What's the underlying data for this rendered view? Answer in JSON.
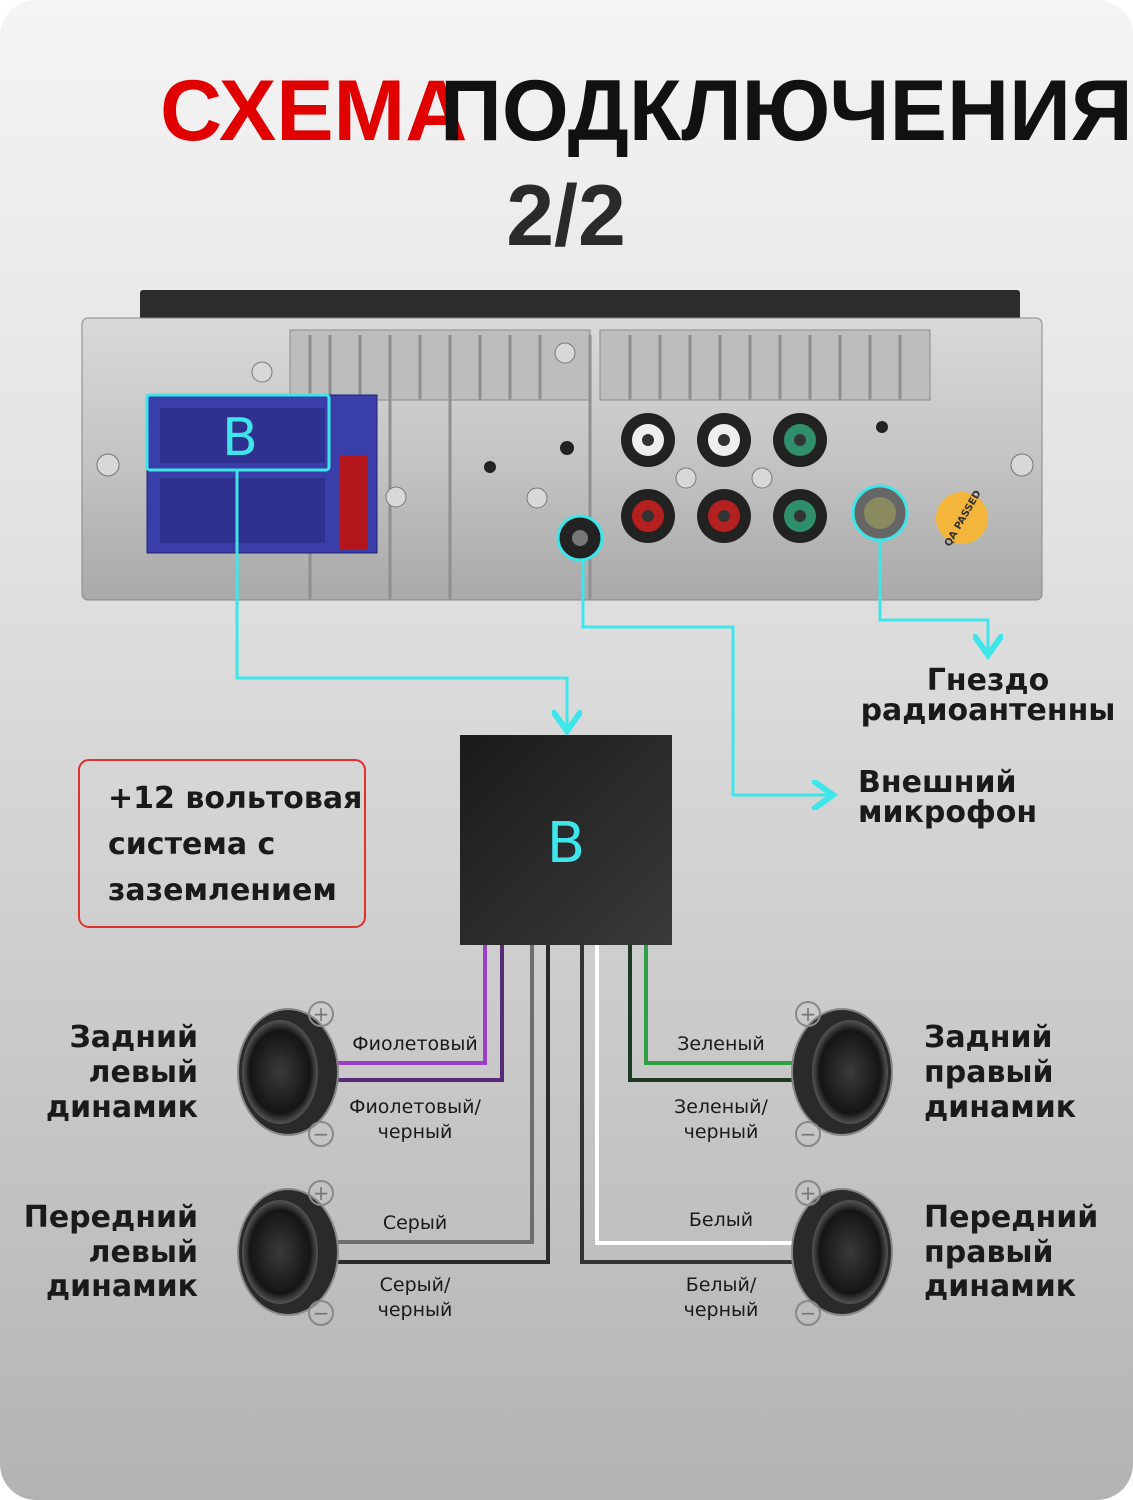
{
  "title": {
    "part1": "СХЕМА",
    "part2": "ПОДКЛЮЧЕНИЯ",
    "page": "2/2"
  },
  "colors": {
    "accent_red": "#e00000",
    "cyan": "#3ee6ea",
    "purple": "#9b3fc8",
    "green": "#2f9e44",
    "gray_wire": "#6e6e6e",
    "white_wire": "#ffffff"
  },
  "unit": {
    "connector_label": "B",
    "sticker": "QA PASSED"
  },
  "callouts": {
    "antenna": [
      "Гнездо",
      "радиоантенны"
    ],
    "microphone": [
      "Внешний",
      "микрофон"
    ]
  },
  "note": [
    "+12 вольтовая",
    "система с",
    "заземлением"
  ],
  "box_label": "B",
  "speakers": {
    "rear_left": [
      "Задний",
      "левый",
      "динамик"
    ],
    "front_left": [
      "Передний",
      "левый",
      "динамик"
    ],
    "rear_right": [
      "Задний",
      "правый",
      "динамик"
    ],
    "front_right": [
      "Передний",
      "правый",
      "динамик"
    ]
  },
  "wires": {
    "purple": "Фиолетовый",
    "purple_black": [
      "Фиолетовый/",
      "черный"
    ],
    "gray": "Серый",
    "gray_black": [
      "Серый/",
      "черный"
    ],
    "green": "Зеленый",
    "green_black": [
      "Зеленый/",
      "черный"
    ],
    "white": "Белый",
    "white_black": [
      "Белый/",
      "черный"
    ]
  },
  "polarity": {
    "plus": "+",
    "minus": "−"
  }
}
